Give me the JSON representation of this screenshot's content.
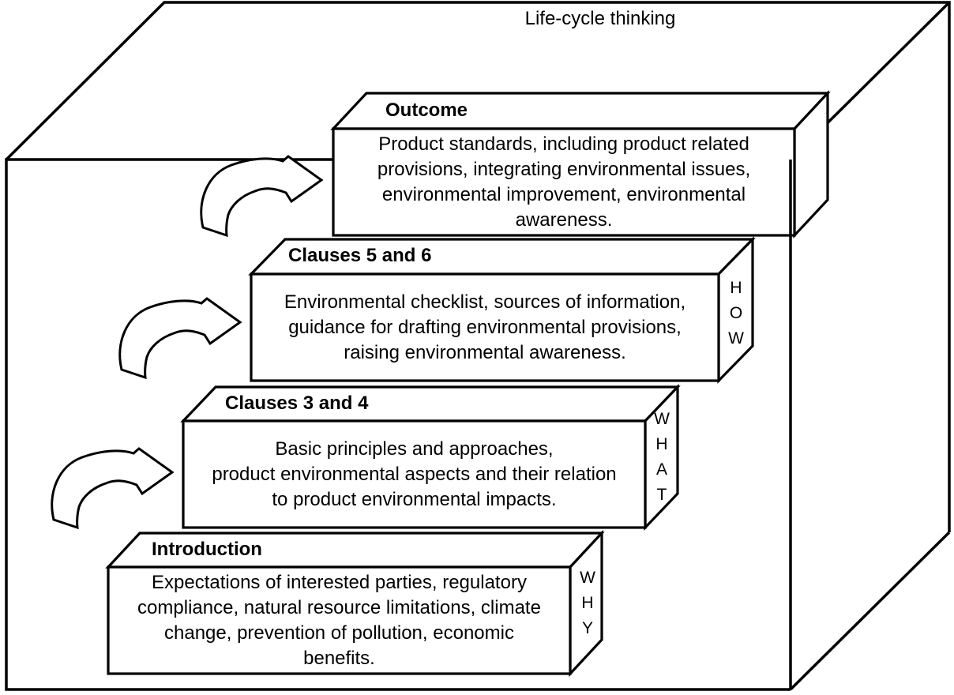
{
  "diagram": {
    "top_label": "Life-cycle thinking",
    "colors": {
      "line": "#000000",
      "fill": "#ffffff"
    },
    "slabs": [
      {
        "id": "introduction",
        "title": "Introduction",
        "body": "Expectations of interested parties, regulatory\ncompliance, natural resource limitations, climate\nchange, prevention of pollution, economic\nbenefits.",
        "side_word": "W\nH\nY"
      },
      {
        "id": "clauses-3-and-4",
        "title": "Clauses 3 and 4",
        "body": "Basic principles and approaches,\nproduct environmental aspects and their relation\nto product environmental impacts.",
        "side_word": "W\nH\nA\nT"
      },
      {
        "id": "clauses-5-and-6",
        "title": "Clauses 5 and 6",
        "body": "Environmental checklist, sources of information,\nguidance for drafting environmental provisions,\nraising environmental awareness.",
        "side_word": "H\nO\nW"
      },
      {
        "id": "outcome",
        "title": "Outcome",
        "body": "Product standards, including product related\nprovisions, integrating environmental issues,\nenvironmental improvement, environmental\nawareness.",
        "side_word": ""
      }
    ]
  }
}
